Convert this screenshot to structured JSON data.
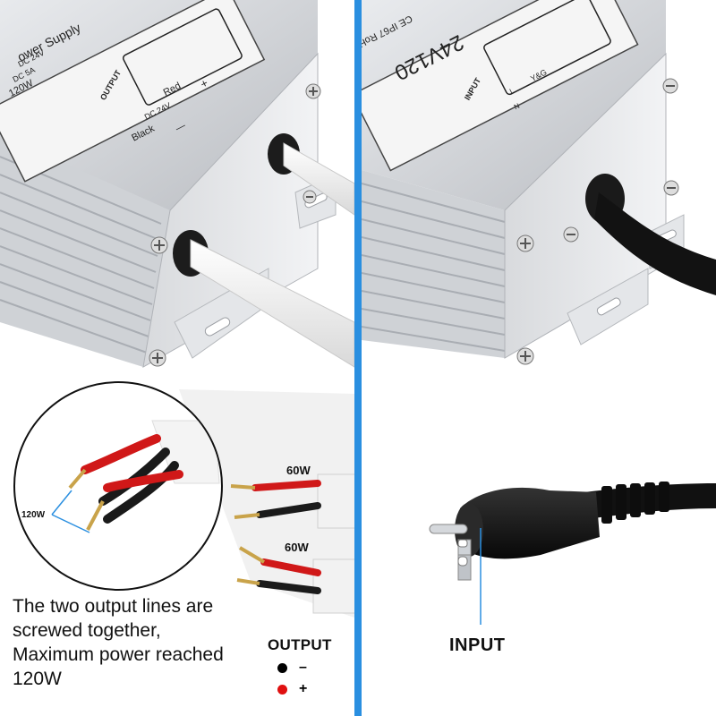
{
  "left": {
    "label": {
      "title_fragment": "ower Supply",
      "spec_lines": [
        "DC 24V",
        "DC 5A",
        "120W"
      ],
      "port_label": "OUTPUT",
      "red_label": "Red",
      "black_label": "Black",
      "plus_sign": "+",
      "minus_sign": "—",
      "voltage": "DC 24V"
    },
    "callouts": {
      "zoom_power": "120W",
      "upper_pair_power": "60W",
      "lower_pair_power": "60W"
    },
    "caption_lines": [
      "The two output lines are",
      "screwed together,",
      "Maximum power reached",
      "120W"
    ],
    "legend": {
      "title": "OUTPUT",
      "black_sign": "–",
      "red_sign": "+"
    }
  },
  "right": {
    "label": {
      "rating": "24V120",
      "certs": "CE IP67 RoH",
      "port_label": "INPUT",
      "ground": "Y&G",
      "live": "L",
      "neutral": "N"
    },
    "input_label": "INPUT"
  },
  "colors": {
    "divider": "#2a8fe0",
    "callout_line": "#2a8fe0",
    "red_wire": "#d01818",
    "black_wire": "#1a1a1a",
    "housing": "#c9ccd1"
  }
}
